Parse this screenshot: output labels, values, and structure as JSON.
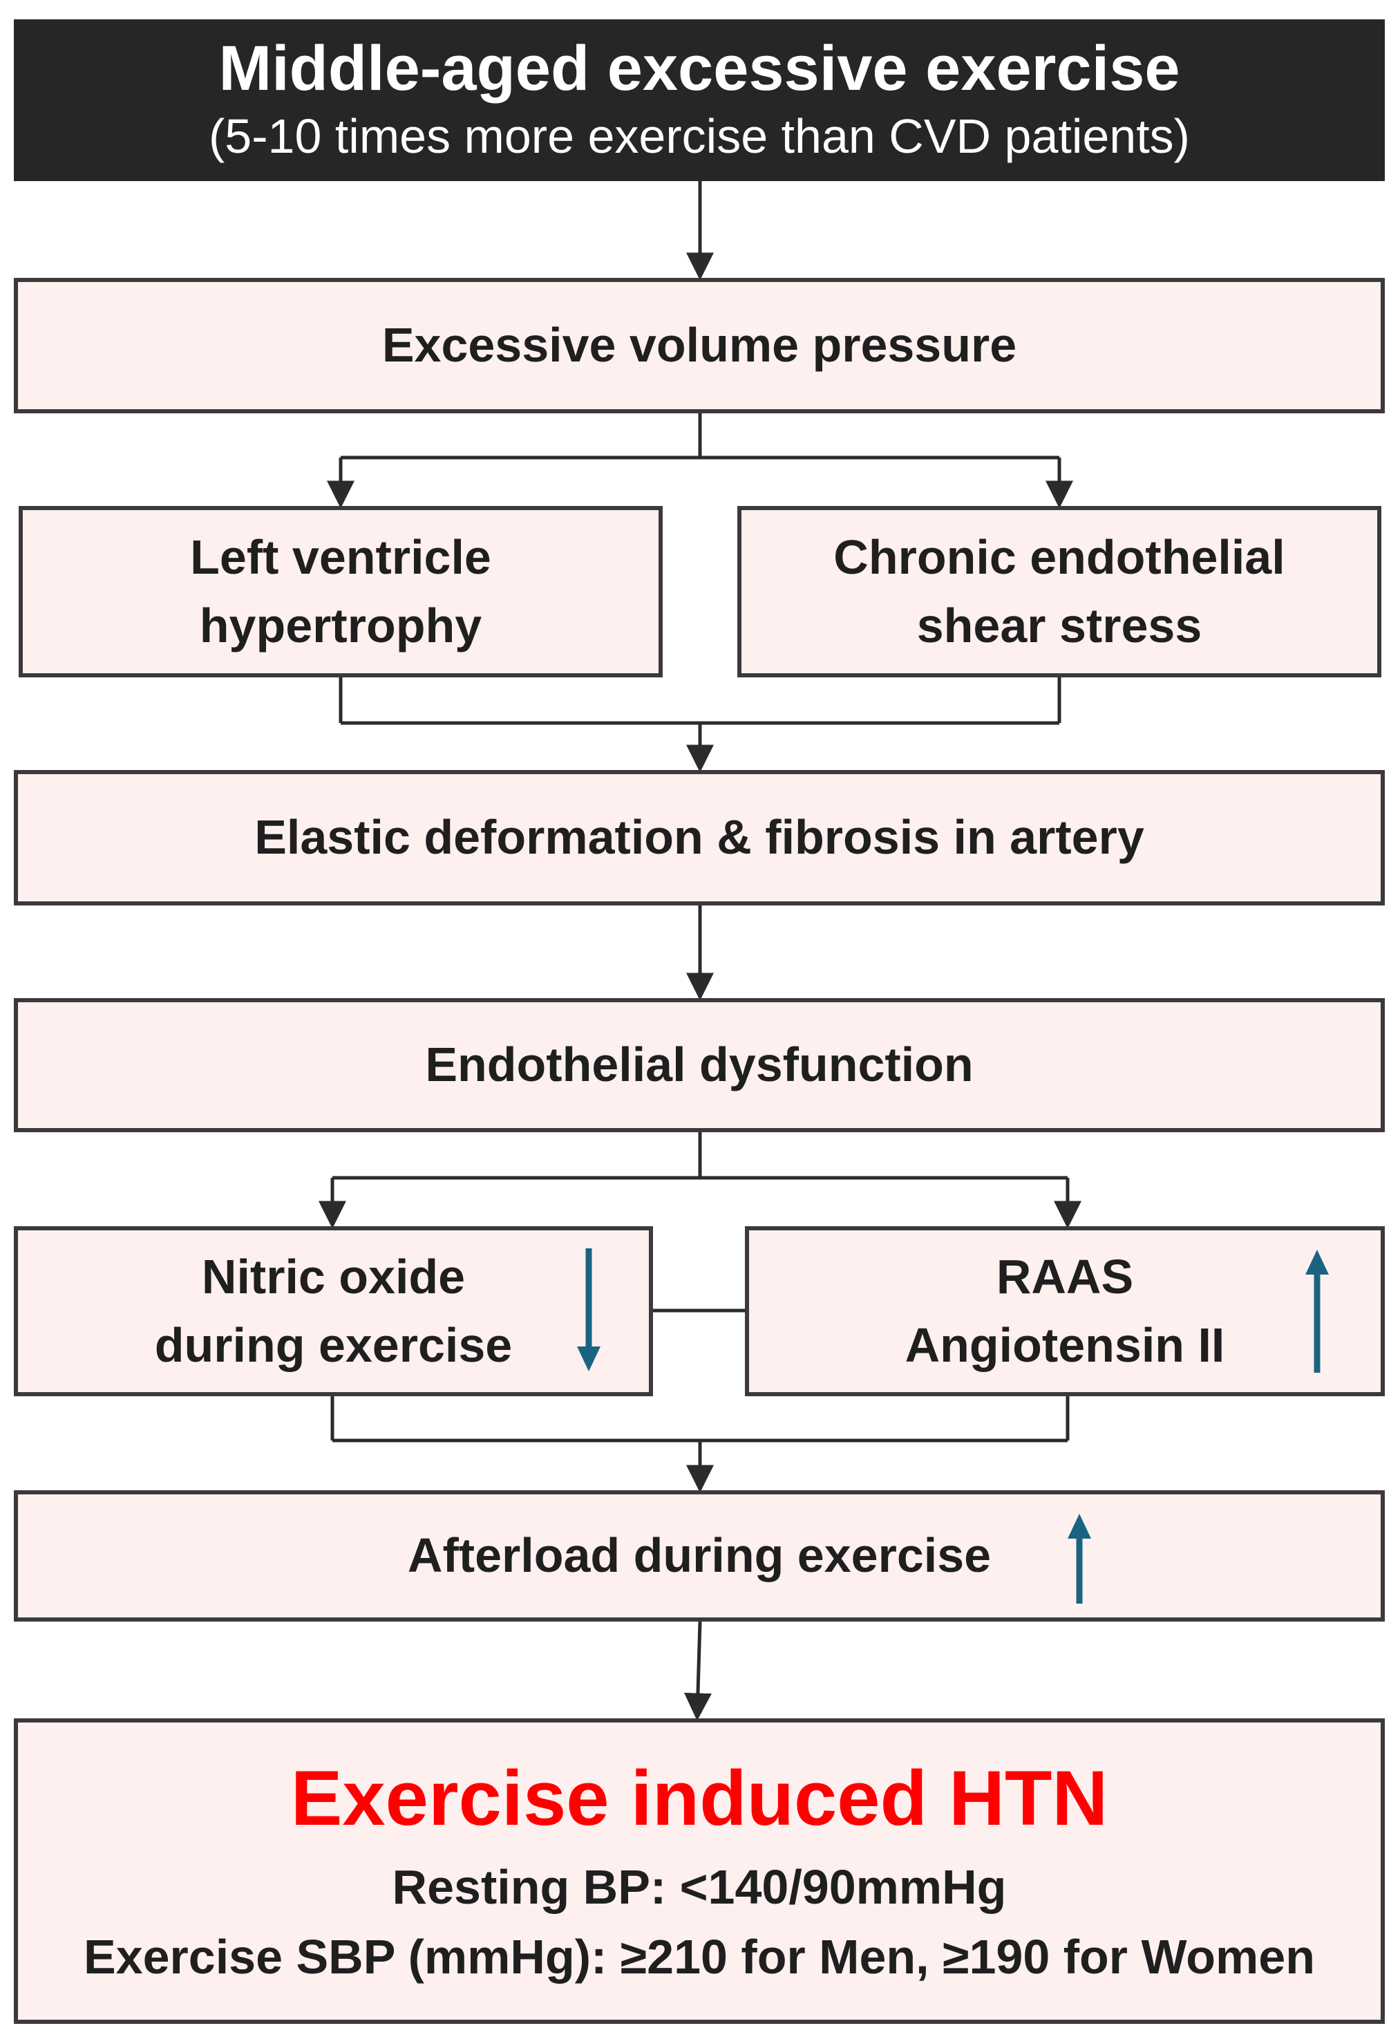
{
  "header": {
    "title": "Middle-aged excessive exercise",
    "subtitle": "(5-10 times more exercise than CVD patients)"
  },
  "boxes": {
    "volume": "Excessive volume pressure",
    "lv_line1": "Left ventricle",
    "lv_line2": "hypertrophy",
    "shear_line1": "Chronic endothelial",
    "shear_line2": "shear stress",
    "elastic": "Elastic deformation & fibrosis in artery",
    "endothelial": "Endothelial dysfunction",
    "no_line1": "Nitric oxide",
    "no_line2": "during exercise",
    "raas_line1": "RAAS",
    "raas_line2": "Angiotensin II",
    "afterload": "Afterload during exercise"
  },
  "indicators": {
    "nitric_oxide": "down-arrow-icon",
    "raas": "up-arrow-icon",
    "afterload": "up-arrow-icon",
    "color": "#1a6482"
  },
  "final": {
    "title": "Exercise induced HTN",
    "line1": "Resting BP: <140/90mmHg",
    "line2": "Exercise SBP (mmHg): ≥210 for Men, ≥190 for Women",
    "title_color": "#ff0000"
  }
}
